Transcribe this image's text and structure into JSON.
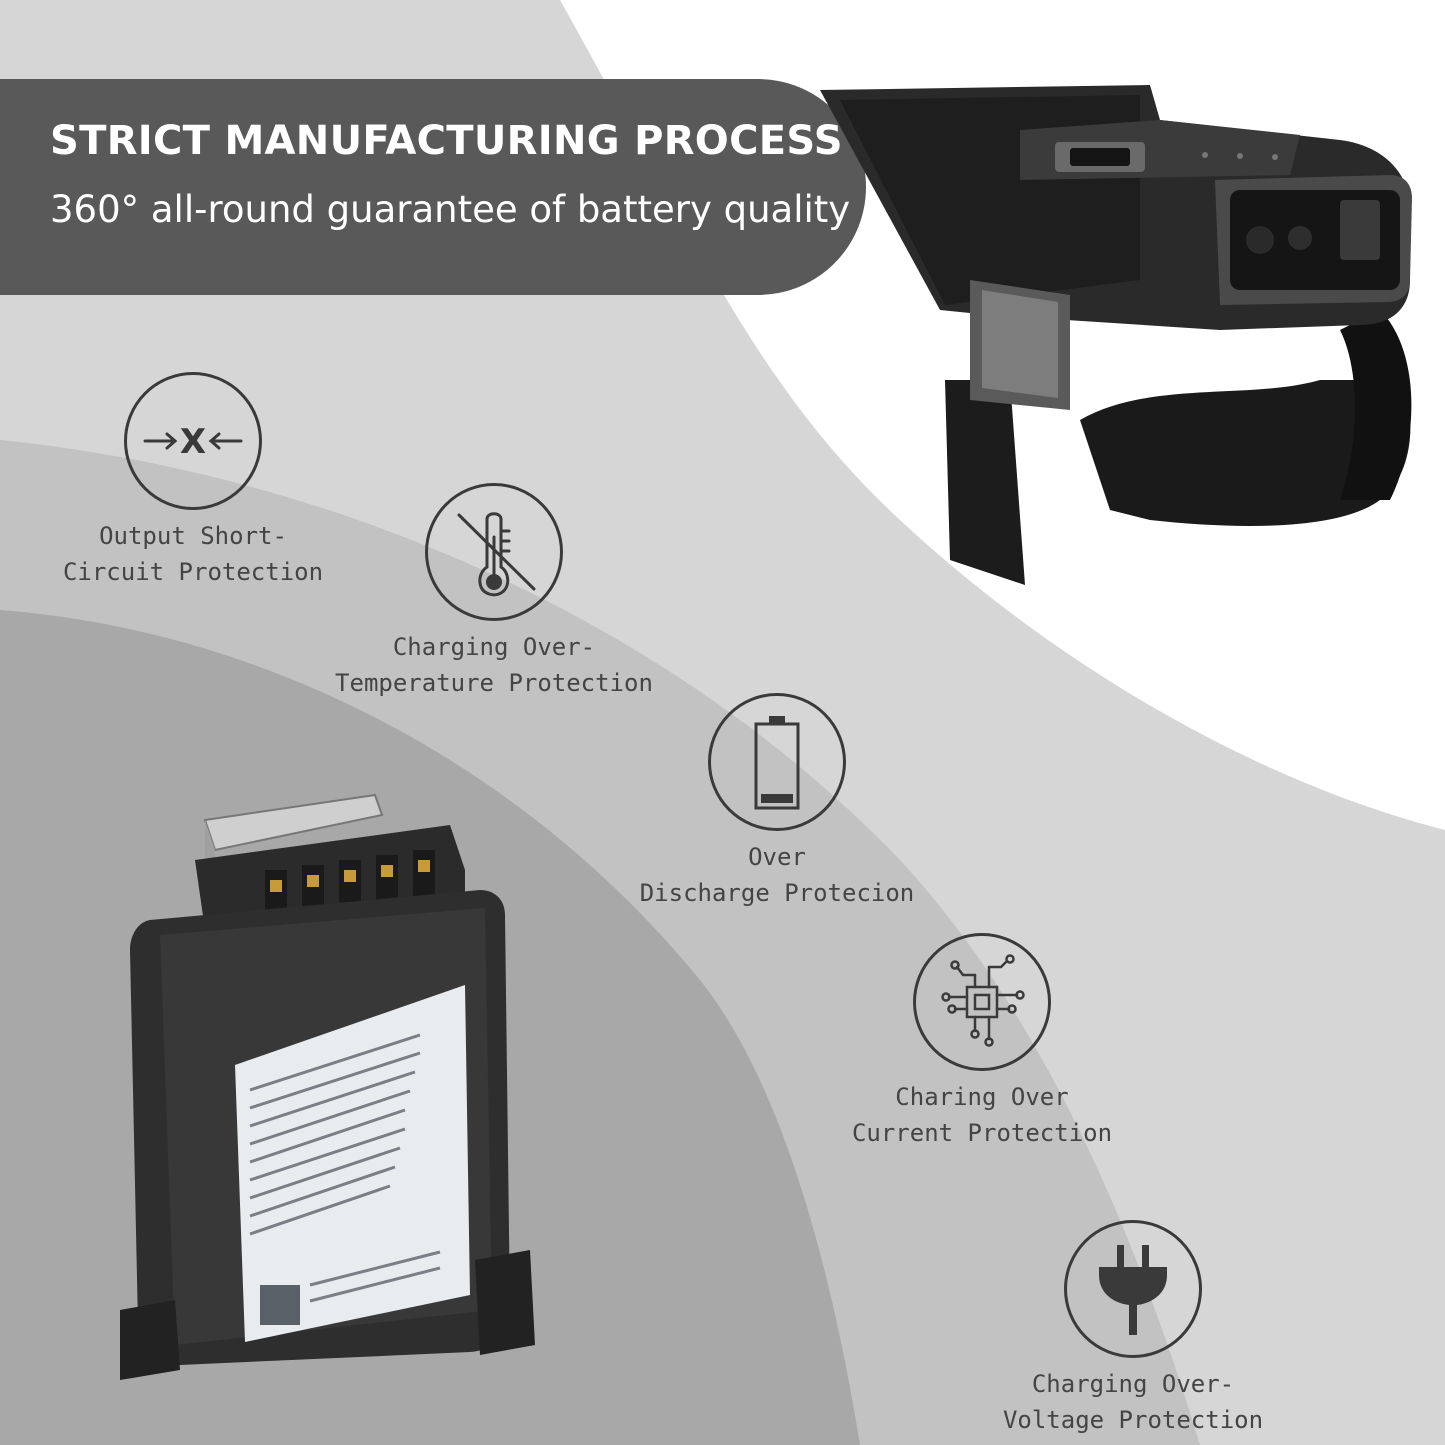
{
  "banner": {
    "title": "STRICT MANUFACTURING PROCESS",
    "subtitle": "360° all-round guarantee of battery quality"
  },
  "features": [
    {
      "icon": "short-circuit-icon",
      "label": "Output Short-\nCircuit Protection"
    },
    {
      "icon": "thermometer-off-icon",
      "label": "Charging Over-\nTemperature Protection"
    },
    {
      "icon": "battery-low-icon",
      "label": "Over\nDischarge Protecion"
    },
    {
      "icon": "circuit-chip-icon",
      "label": "Charing Over\nCurrent Protection"
    },
    {
      "icon": "plug-icon",
      "label": "Charging Over-\nVoltage Protection"
    }
  ],
  "colors": {
    "banner": "#595959",
    "icon_stroke": "#3a3a3a",
    "label_text": "#444444"
  }
}
